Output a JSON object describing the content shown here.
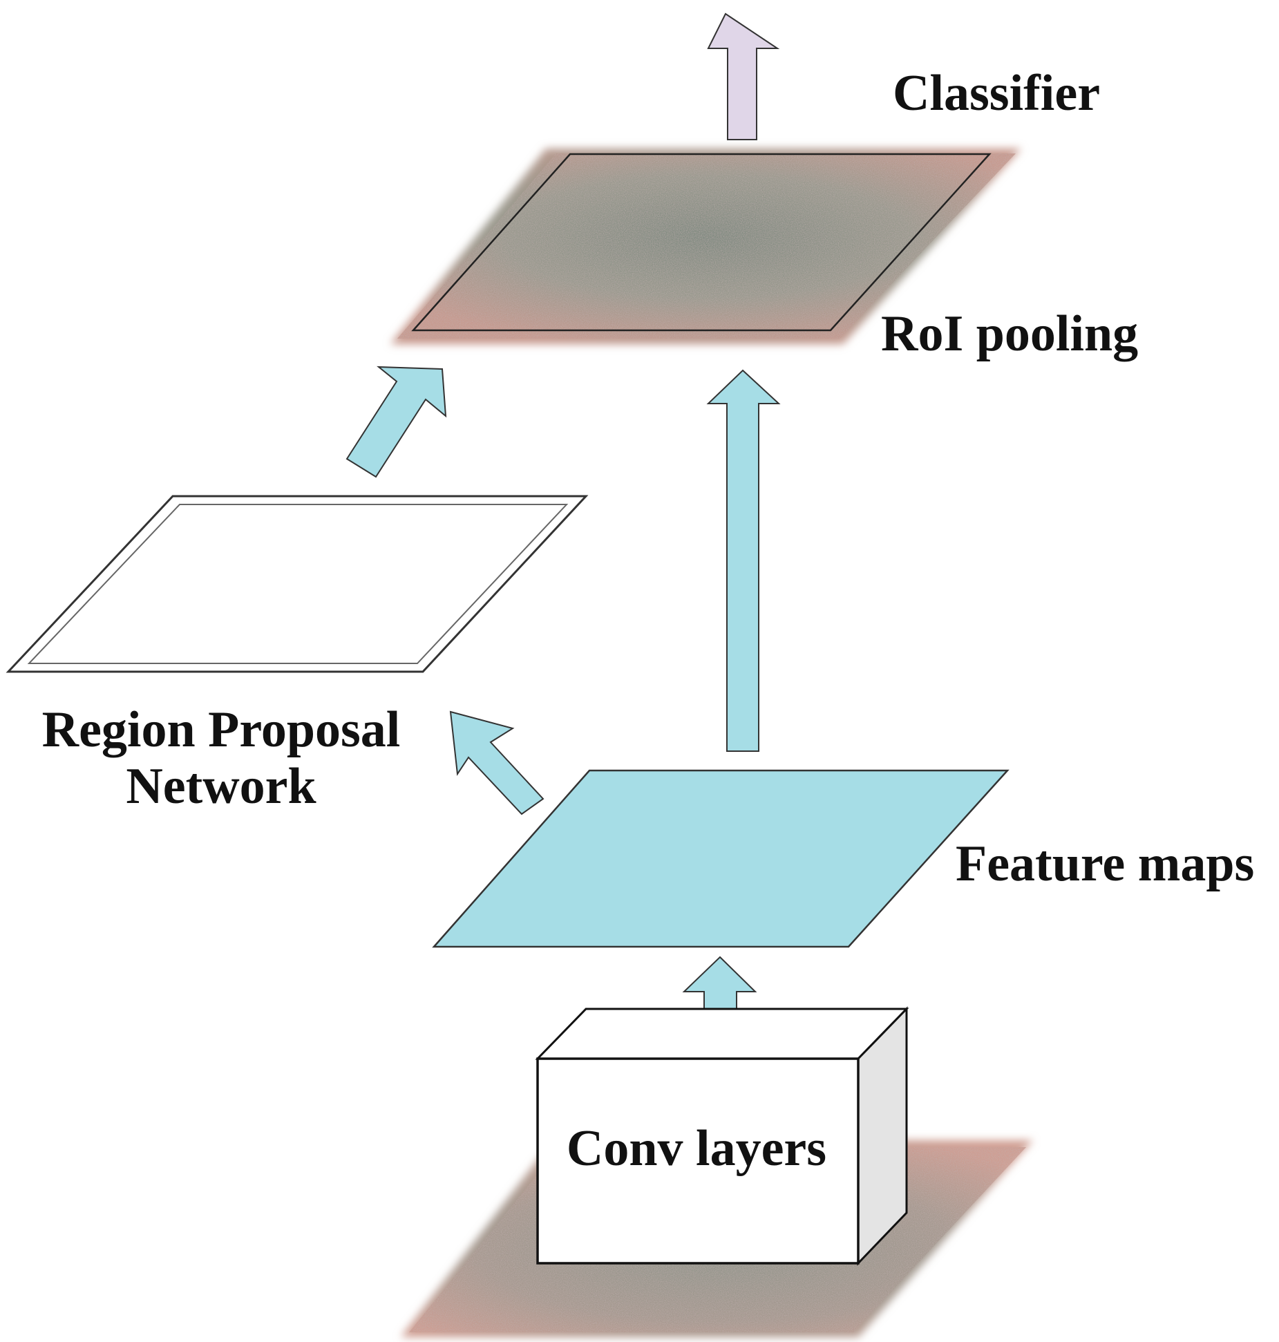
{
  "labels": {
    "classifier": "Classifier",
    "roi_pooling": "RoI pooling",
    "rpn_line1": "Region Proposal",
    "rpn_line2": "Network",
    "feature_maps": "Feature maps",
    "conv_layers": "Conv layers"
  },
  "colors": {
    "arrow_blue": "#a6dde6",
    "arrow_lavender": "#e0d6e8",
    "feature_map_fill": "#a6dde6",
    "outline": "#333333",
    "texture_gray": "#8f9488",
    "texture_pink": "#c99488"
  }
}
